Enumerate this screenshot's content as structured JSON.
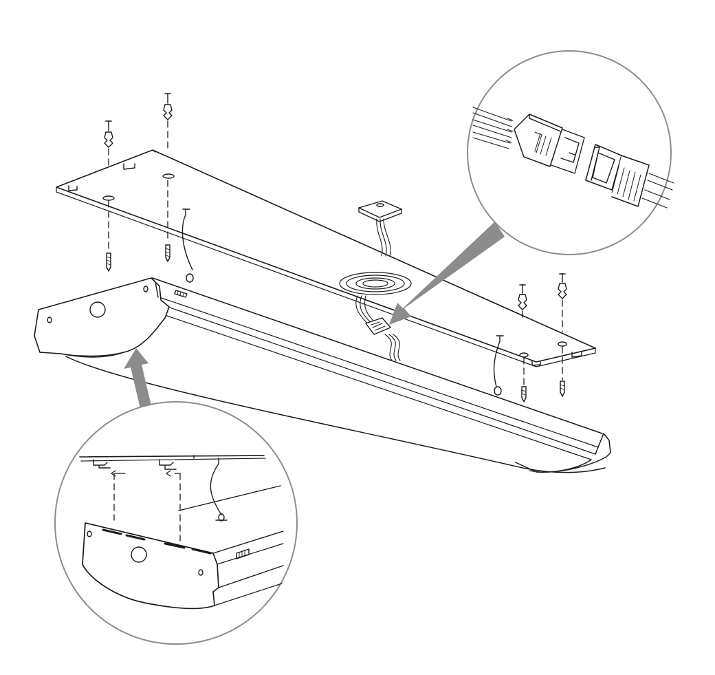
{
  "diagram": {
    "kind": "installation-illustration",
    "line_color": "#1a1a1a",
    "callout_color": "#8c8c8c",
    "background": "#ffffff",
    "components": [
      "mounting-plate",
      "light-fixture-housing",
      "junction-box-cover",
      "wire-connector",
      "safety-cable",
      "wall-anchor",
      "mounting-screw",
      "detail-callout-connector",
      "detail-callout-hook-slot"
    ]
  }
}
